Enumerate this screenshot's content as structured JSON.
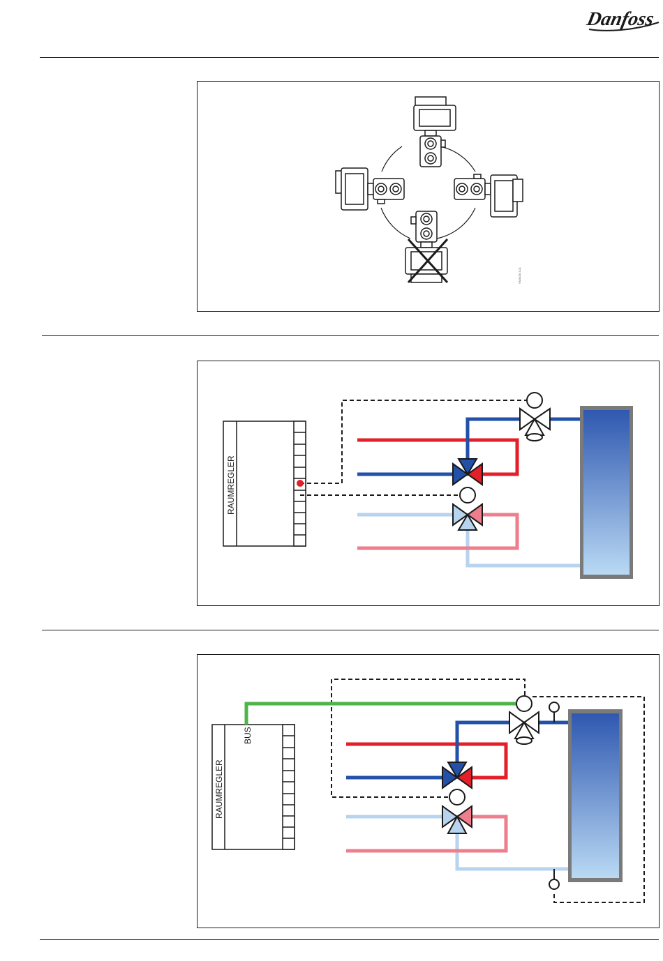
{
  "brand": {
    "logo_text": "Danfoss"
  },
  "figure_1": {
    "side_code": "SN/A001 L01"
  },
  "figure_2": {
    "controller_label": "RAUMREGLER"
  },
  "figure_3": {
    "controller_label": "RAUMREGLER",
    "bus_label": "BUS"
  },
  "colors": {
    "supply_hot": "#e3202a",
    "supply_cold": "#2350a8",
    "return_cold": "#b7d3ee",
    "return_hot": "#ee7e8c",
    "bus": "#4db548",
    "tank_frame": "#7a7a7a",
    "tank_top": "#2f58b0",
    "tank_bottom": "#b9d9f4",
    "signal_dot": "#e3202a"
  }
}
